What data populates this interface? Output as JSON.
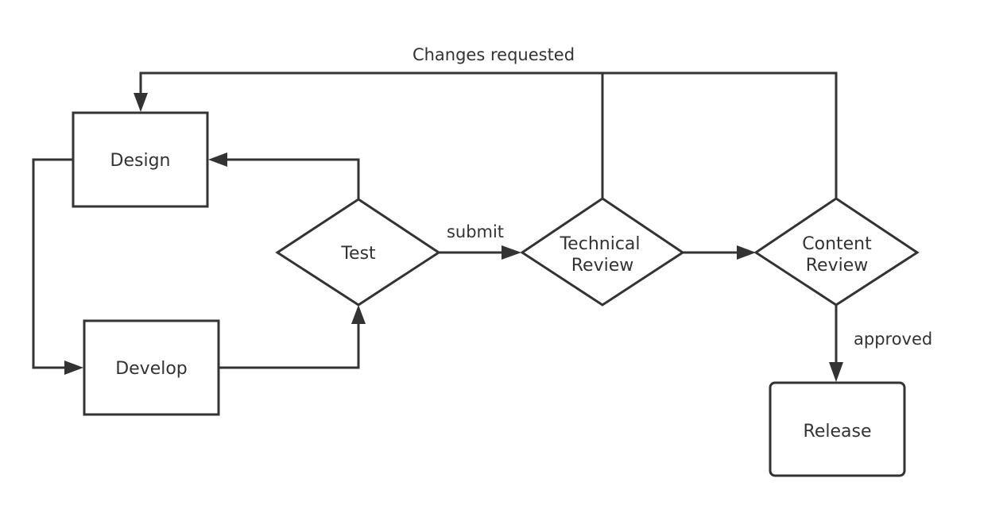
{
  "diagram": {
    "nodes": {
      "design": {
        "label": "Design",
        "shape": "rectangle"
      },
      "develop": {
        "label": "Develop",
        "shape": "rectangle"
      },
      "test": {
        "label": "Test",
        "shape": "diamond"
      },
      "technical_review": {
        "label_line1": "Technical",
        "label_line2": "Review",
        "shape": "diamond"
      },
      "content_review": {
        "label_line1": "Content",
        "label_line2": "Review",
        "shape": "diamond"
      },
      "release": {
        "label": "Release",
        "shape": "rounded-rectangle"
      }
    },
    "edges": {
      "changes_requested": {
        "label": "Changes requested",
        "from": [
          "Technical Review",
          "Content Review"
        ],
        "to": "Design"
      },
      "submit": {
        "label": "submit",
        "from": "Test",
        "to": "Technical Review"
      },
      "approved": {
        "label": "approved",
        "from": "Content Review",
        "to": "Release"
      },
      "design_to_develop": {
        "from": "Design",
        "to": "Develop"
      },
      "develop_to_test": {
        "from": "Develop",
        "to": "Test"
      },
      "test_to_design": {
        "from": "Test",
        "to": "Design"
      },
      "technical_to_content": {
        "from": "Technical Review",
        "to": "Content Review"
      }
    },
    "colors": {
      "stroke": "#333333",
      "background": "#ffffff"
    }
  }
}
